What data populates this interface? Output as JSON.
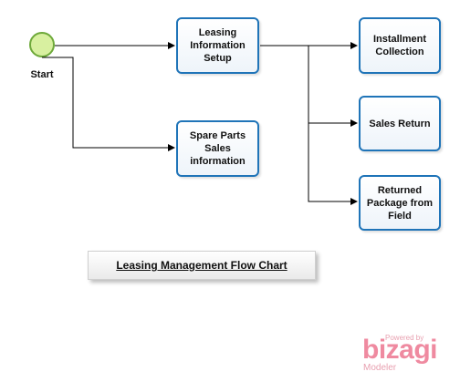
{
  "start_event": {
    "label": "Start"
  },
  "tasks": {
    "leasing": "Leasing\nInformation\nSetup",
    "spare": "Spare Parts\nSales\ninformation",
    "installment": "Installment\nCollection",
    "sales_return": "Sales Return",
    "returned_package": "Returned\nPackage from\nField"
  },
  "title": "Leasing Management Flow Chart",
  "branding": {
    "powered_by": "Powered by",
    "name": "bizagi",
    "product": "Modeler"
  },
  "colors": {
    "task_border": "#1f74b8",
    "start_fill": "#d8f0a0",
    "start_border": "#6ea93a",
    "brand": "#ef8aa0"
  }
}
